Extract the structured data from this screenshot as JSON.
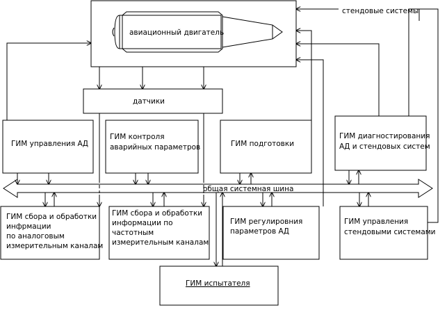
{
  "engine": {
    "label": "авиационный двигатель"
  },
  "sensors": {
    "label": "датчики"
  },
  "bench_systems": {
    "label": "стендовые системы"
  },
  "bus": {
    "label": "общая системная шина"
  },
  "top_modules": {
    "control": [
      "ГИМ управления АД"
    ],
    "emergency": [
      "ГИМ контроля",
      "аварийных параметров"
    ],
    "prep": [
      "ГИМ подготовки"
    ],
    "diag": [
      "ГИМ диагностирования",
      "АД и стендовых систем"
    ]
  },
  "bottom_modules": {
    "analog": [
      "ГИМ сбора и обработки",
      "инфрмации",
      "по аналоговым",
      "измерительным каналам"
    ],
    "freq": [
      "ГИМ сбора и обработки",
      "информации по",
      "частотным",
      "измерительным каналам"
    ],
    "reg": [
      "ГИМ регулировния",
      "параметров АД"
    ],
    "bench_ctrl": [
      "ГИМ управления",
      "стендовыми системами"
    ]
  },
  "tester": {
    "label": "ГИМ испытателя"
  }
}
